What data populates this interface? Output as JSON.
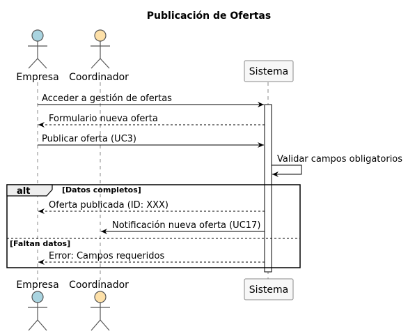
{
  "diagram": {
    "title": "Publicación de Ofertas",
    "participants": {
      "empresa": {
        "label": "Empresa",
        "color": "#a9d4e0"
      },
      "coordinador": {
        "label": "Coordinador",
        "color": "#fde0a8"
      },
      "sistema": {
        "label": "Sistema"
      }
    },
    "messages": {
      "m1": "Acceder a gestión de ofertas",
      "m2": "Formulario nueva oferta",
      "m3": "Publicar oferta (UC3)",
      "m4": "Validar campos obligatorios",
      "m5": "Oferta publicada (ID: XXX)",
      "m6": "Notificación nueva oferta (UC17)",
      "m7": "Error: Campos requeridos"
    },
    "fragment": {
      "keyword": "alt",
      "guard1": "[Datos completos]",
      "guard2": "[Faltan datos]"
    }
  }
}
